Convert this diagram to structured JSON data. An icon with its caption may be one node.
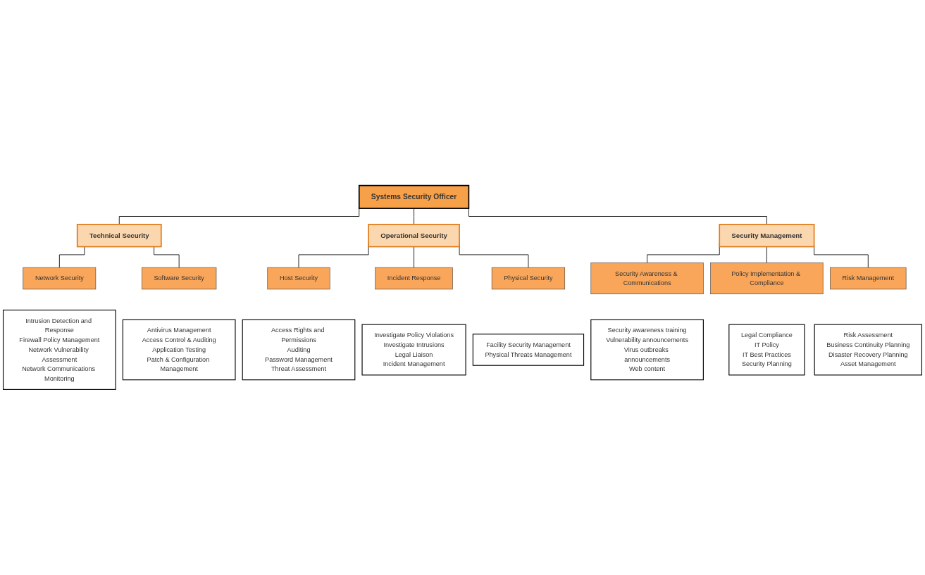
{
  "diagram": {
    "nodes": [
      {
        "text": [
          "Systems Security Officer"
        ]
      },
      {
        "text": [
          "Technical Security"
        ]
      },
      {
        "text": [
          "Operational Security"
        ]
      },
      {
        "text": [
          "Security Management"
        ]
      },
      {
        "text": [
          "Network Security"
        ]
      },
      {
        "text": [
          "Intrusion Detection and Response",
          "Firewall Policy Management",
          "Network Vulnerability Assessment",
          "Network Communications Monitoring"
        ]
      },
      {
        "text": [
          "Software Security"
        ]
      },
      {
        "text": [
          "Antivirus Management",
          "Access Control & Auditing",
          "Application Testing",
          "Patch & Configuration Management"
        ]
      },
      {
        "text": [
          "Host Security"
        ]
      },
      {
        "text": [
          "Access Rights and Permissions",
          "Auditing",
          "Password Management",
          "Threat Assessment"
        ]
      },
      {
        "text": [
          "Incident Response"
        ]
      },
      {
        "text": [
          "Investigate Policy Violations",
          "Investigate Intrusions",
          "Legal Liaison",
          "Incident Management"
        ]
      },
      {
        "text": [
          "Physical Security"
        ]
      },
      {
        "text": [
          "Facility Security Management",
          "Physical Threats Management"
        ]
      },
      {
        "text": [
          "Security Awareness & Communications"
        ]
      },
      {
        "text": [
          "Security awareness training",
          "Vulnerability announcements",
          "Virus outbreaks announcements",
          "Web content"
        ]
      },
      {
        "text": [
          "Policy Implementation & Compliance"
        ]
      },
      {
        "text": [
          "Legal Compliance",
          "IT Policy",
          "IT Best Practices",
          "Security Planning"
        ]
      },
      {
        "text": [
          "Risk Management"
        ]
      },
      {
        "text": [
          "Risk Assessment",
          "Business Continuity Planning",
          "Disaster Recovery Planning",
          "Asset Management"
        ]
      }
    ],
    "edges": [
      {
        "from": 0,
        "to": 1,
        "arrow": "none"
      },
      {
        "from": 0,
        "to": 2,
        "arrow": "none"
      },
      {
        "from": 0,
        "to": 3,
        "arrow": "none"
      },
      {
        "from": 1,
        "to": 4,
        "arrow": "none"
      },
      {
        "from": 1,
        "to": 6,
        "arrow": "none"
      },
      {
        "from": 2,
        "to": 8,
        "arrow": "none"
      },
      {
        "from": 2,
        "to": 10,
        "arrow": "none"
      },
      {
        "from": 2,
        "to": 12,
        "arrow": "none"
      },
      {
        "from": 3,
        "to": 14,
        "arrow": "none"
      },
      {
        "from": 3,
        "to": 16,
        "arrow": "none"
      },
      {
        "from": 3,
        "to": 18,
        "arrow": "none"
      }
    ]
  }
}
